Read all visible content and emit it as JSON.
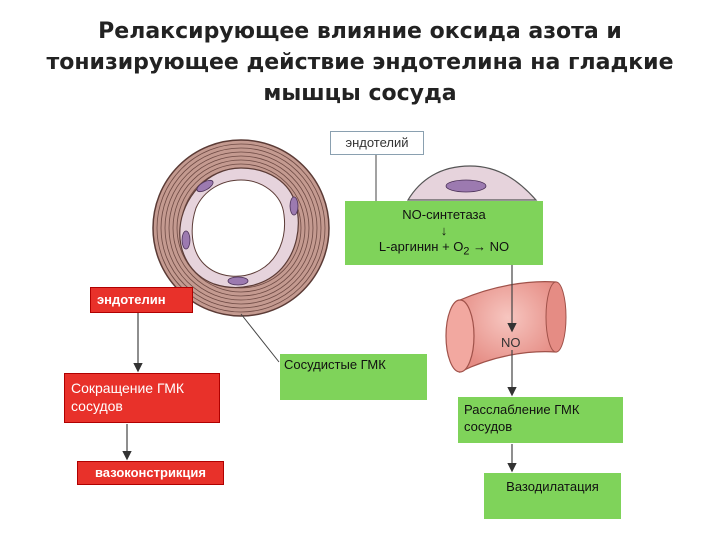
{
  "title": {
    "line1": "Релаксирующее влияние оксида азота и",
    "line2": "тонизирующее действие эндотелина на гладкие",
    "line3": "мышцы сосуда"
  },
  "labels": {
    "endothelium": "эндотелий",
    "no_synthase": "NO-синтетаза",
    "down_arrow": "↓",
    "reaction_prefix": "L-аргинин + O",
    "reaction_subscript": "2",
    "reaction_suffix": " → NO",
    "endothelin": "эндотелин",
    "no": "NO",
    "vascular_smc": "Сосудистые ГМК",
    "contraction_part1": "Сокращение",
    "contraction_part2": " ГМК",
    "contraction_part3": "сосудов",
    "relaxation": "Расслабление ГМК сосудов",
    "vasoconstriction": "вазоконстрикция",
    "vasodilation": "Вазодилатация"
  },
  "colors": {
    "green_box": "#7fd35a",
    "red_box": "#e8312a",
    "vessel_wall": "#b08a80",
    "endothelial_cell": "#e6d3dc",
    "nucleus": "#9c7ab0",
    "smooth_muscle_tube": "#f2a8a0"
  },
  "icons": {
    "vessel_cross_section": "blood-vessel-cross-section",
    "endothelial_cell": "endothelial-cell",
    "smooth_muscle_tube": "smooth-muscle-vessel"
  }
}
